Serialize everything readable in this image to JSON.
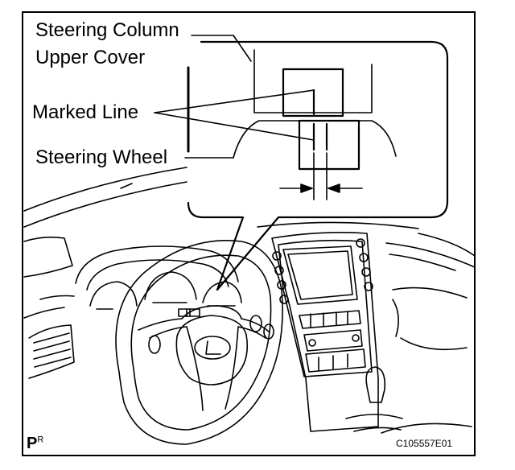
{
  "labels": {
    "upper_cover_line1": "Steering Column",
    "upper_cover_line2": "Upper Cover",
    "marked_line": "Marked Line",
    "steering_wheel": "Steering Wheel"
  },
  "footer": {
    "mark_main": "P",
    "mark_sup": "R",
    "figure_id": "C105557E01"
  }
}
